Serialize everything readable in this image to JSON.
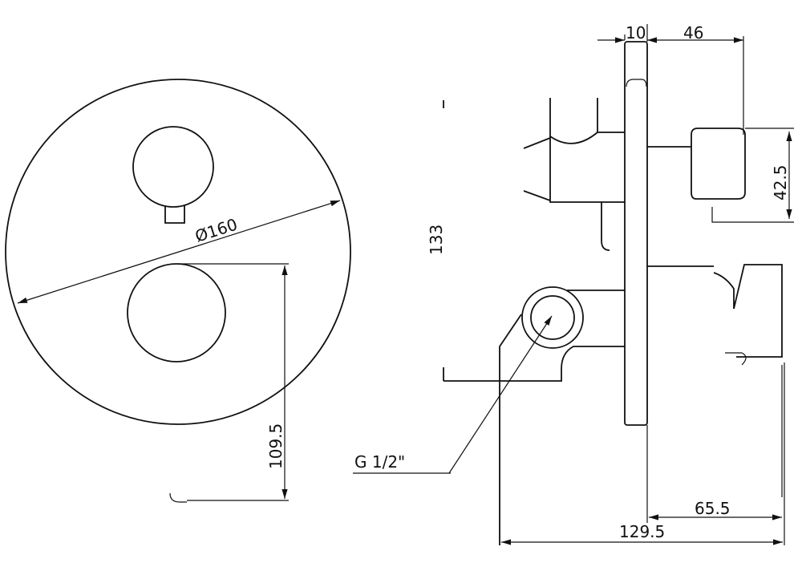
{
  "drawing": {
    "diameter": "Ø160",
    "dim_109_5": "109.5",
    "dim_10": "10",
    "dim_46": "46",
    "dim_42_5": "42.5",
    "dim_133": "133",
    "thread": "G 1/2\"",
    "dim_65_5": "65.5",
    "dim_129_5": "129.5"
  }
}
